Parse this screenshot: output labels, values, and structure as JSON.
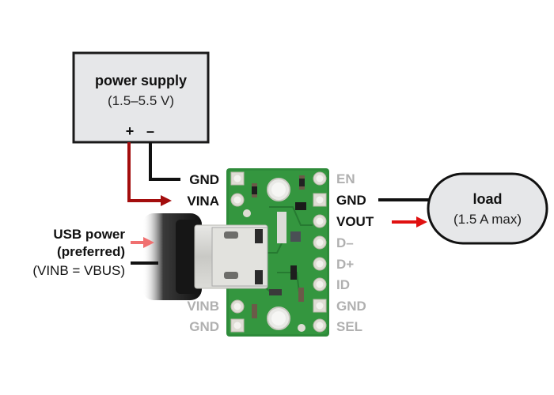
{
  "power_supply": {
    "title": "power supply",
    "range": "(1.5–5.5 V)",
    "plus": "+",
    "minus": "–"
  },
  "load": {
    "title": "load",
    "rating": "(1.5 A max)"
  },
  "usb_power": {
    "line1": "USB power",
    "line2": "(preferred)",
    "line3": "(VINB = VBUS)"
  },
  "left_pins": {
    "active": [
      "GND",
      "VINA"
    ],
    "inactive": [
      "VINB",
      "GND"
    ]
  },
  "right_pins": {
    "top": "EN",
    "active": [
      "GND",
      "VOUT"
    ],
    "inactive": [
      "D–",
      "D+",
      "ID",
      "GND",
      "SEL"
    ]
  },
  "colors": {
    "active_label": "#111111",
    "inactive_label": "#b0b0b0",
    "vina_wire": "#a30d0d",
    "vout_arrow": "#e01010",
    "usb_arrow": "#f07070",
    "pcb_green": "#2e8b3a",
    "box_fill": "#e6e7e9"
  }
}
